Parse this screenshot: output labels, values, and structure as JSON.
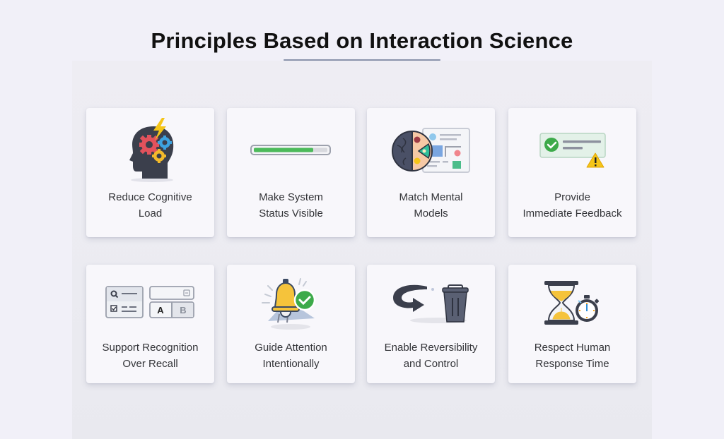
{
  "title": "Principles Based on Interaction Science",
  "colors": {
    "background": "#f1f0f8",
    "card": "#f8f7fb",
    "accent_rule": "#8a93ab",
    "success_green": "#3daa4a",
    "warning_yellow": "#f5c518",
    "dark_slate": "#3b3f4c"
  },
  "cards": [
    {
      "line1": "Reduce Cognitive",
      "line2": "Load",
      "icon": "head-gears-icon"
    },
    {
      "line1": "Make System",
      "line2": "Status Visible",
      "icon": "progress-bar-icon"
    },
    {
      "line1": "Match Mental",
      "line2": "Models",
      "icon": "brain-interface-icon"
    },
    {
      "line1": "Provide",
      "line2": "Immediate Feedback",
      "icon": "feedback-notification-icon"
    },
    {
      "line1": "Support Recognition",
      "line2": "Over Recall",
      "icon": "ui-options-icon"
    },
    {
      "line1": "Guide Attention",
      "line2": "Intentionally",
      "icon": "bell-check-icon"
    },
    {
      "line1": "Enable Reversibility",
      "line2": "and Control",
      "icon": "undo-trash-icon"
    },
    {
      "line1": "Respect Human",
      "line2": "Response Time",
      "icon": "hourglass-stopwatch-icon"
    }
  ],
  "icon_details": {
    "ui_options": {
      "option_a": "A",
      "option_b": "B"
    },
    "progress_percent": 82
  }
}
